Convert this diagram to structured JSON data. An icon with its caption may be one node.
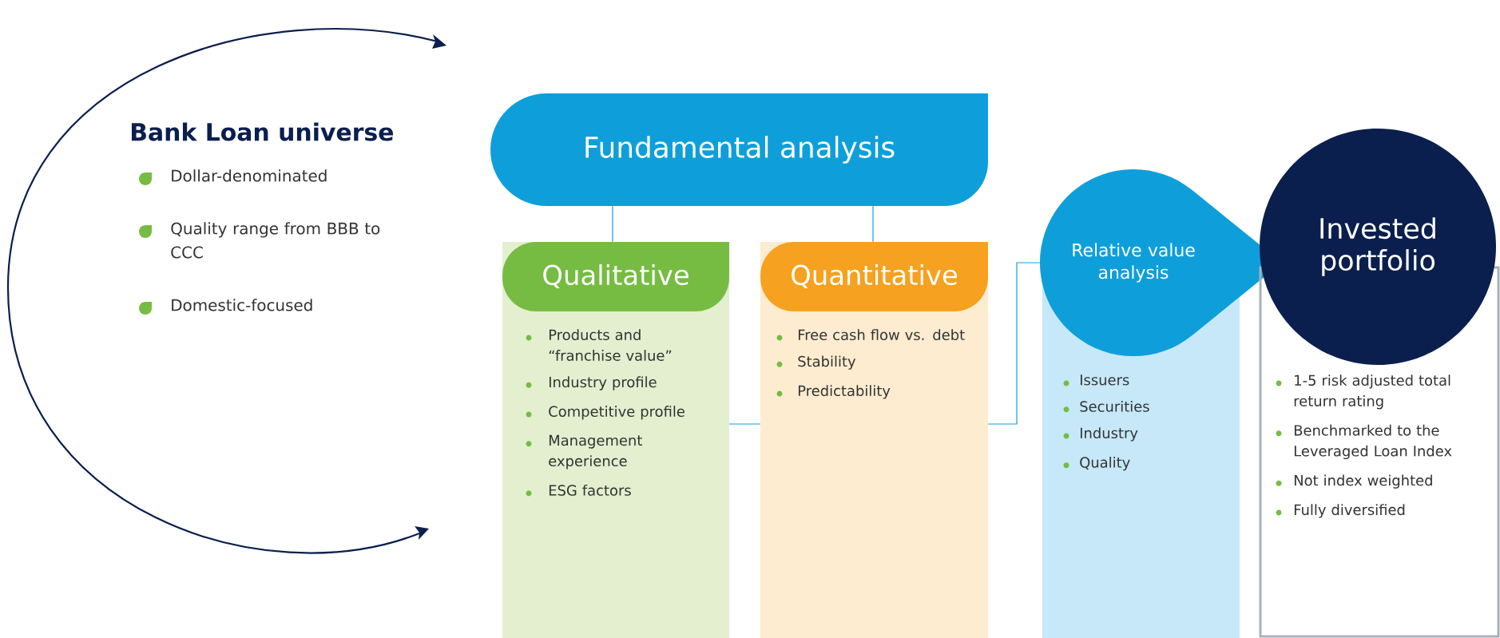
{
  "diagram": {
    "nodes": [
      {
        "text": [
          "Fundamental analysis"
        ]
      },
      {
        "text": [
          "Qualitative",
          "Products and “franchise value”",
          "Industry profile",
          "Competitive profile",
          "Management experience",
          "ESG factors"
        ]
      },
      {
        "text": [
          "Quantitative",
          "Free cash flow vs. debt",
          "Stability",
          "Predictability"
        ]
      },
      {
        "text": [
          "Relative value analysis",
          "Issuers",
          "Securities",
          "Industry",
          "Quality"
        ]
      },
      {
        "text": [
          "Invested portfolio",
          "1-5 risk adjusted total return rating",
          "Benchmarked to the Leveraged Loan Index",
          "Not index weighted",
          "Fully diversified"
        ]
      }
    ],
    "edges": [
      {
        "from": 0,
        "to": 1,
        "arrow": "none"
      },
      {
        "from": 0,
        "to": 2,
        "arrow": "none"
      },
      {
        "from": 1,
        "to": 2,
        "arrow": "none"
      },
      {
        "from": 2,
        "to": 3,
        "arrow": "none"
      }
    ],
    "labels": [
      "Bank Loan universe",
      "Dollar-denominated",
      "Quality range from BBB to CCC",
      "Domestic-focused"
    ]
  }
}
